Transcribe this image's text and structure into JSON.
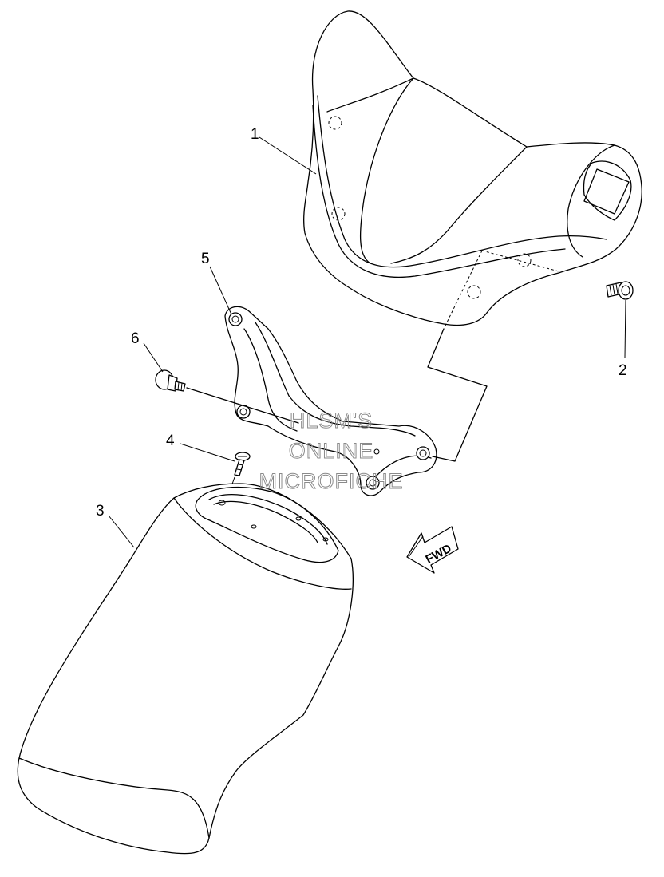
{
  "callouts": [
    {
      "id": "1",
      "label": "1"
    },
    {
      "id": "2",
      "label": "2"
    },
    {
      "id": "3",
      "label": "3"
    },
    {
      "id": "4",
      "label": "4"
    },
    {
      "id": "5",
      "label": "5"
    },
    {
      "id": "6",
      "label": "6"
    }
  ],
  "watermark": {
    "line1": "HLSM'S",
    "line2": "ONLINE",
    "line3": "MICROFICHE"
  },
  "direction_arrow": {
    "label": "FWD"
  },
  "colors": {
    "line": "#000000",
    "background": "#ffffff",
    "watermark": "#8a8a8a"
  }
}
